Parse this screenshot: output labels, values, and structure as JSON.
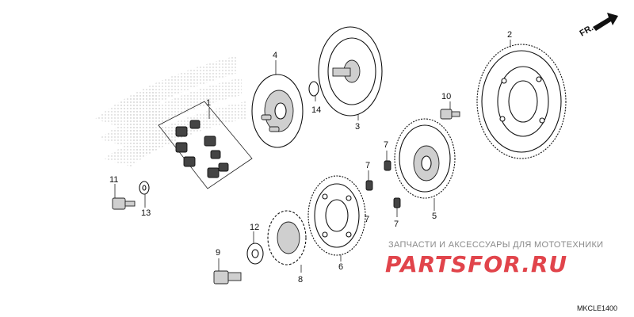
{
  "direction_label": "FR.",
  "diagram_code": "MKCLE1400",
  "watermark": {
    "caption": "ЗАПЧАСТИ И АКСЕССУАРЫ ДЛЯ МОТОТЕХНИКИ",
    "logo_text": "PARTSFOR.RU"
  },
  "callouts": [
    {
      "id": "c1",
      "label": "1"
    },
    {
      "id": "c2",
      "label": "2"
    },
    {
      "id": "c3",
      "label": "3"
    },
    {
      "id": "c4",
      "label": "4"
    },
    {
      "id": "c5",
      "label": "5"
    },
    {
      "id": "c6",
      "label": "6"
    },
    {
      "id": "c7a",
      "label": "7"
    },
    {
      "id": "c7b",
      "label": "7"
    },
    {
      "id": "c7c",
      "label": "7"
    },
    {
      "id": "c7d",
      "label": "7"
    },
    {
      "id": "c8",
      "label": "8"
    },
    {
      "id": "c9",
      "label": "9"
    },
    {
      "id": "c10",
      "label": "10"
    },
    {
      "id": "c11",
      "label": "11"
    },
    {
      "id": "c12",
      "label": "12"
    },
    {
      "id": "c13",
      "label": "13"
    },
    {
      "id": "c14",
      "label": "14"
    }
  ]
}
